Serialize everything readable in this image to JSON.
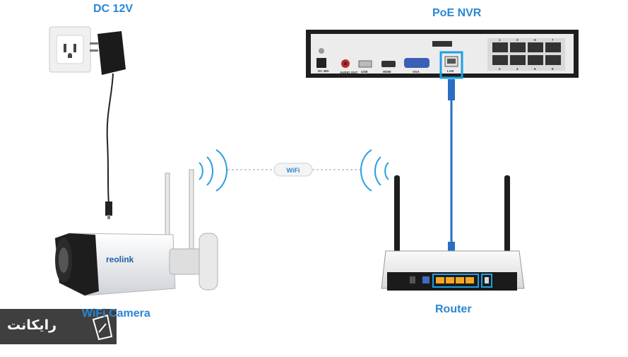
{
  "labels": {
    "dc": "DC 12V",
    "nvr": "PoE NVR",
    "camera": "WiFi Camera",
    "router": "Router",
    "wifi": "WiFi"
  },
  "nvr_ports": {
    "dc": "DC 48V",
    "audio": "AUDIO OUT",
    "usb": "USB",
    "hdmi": "HDMI",
    "vga": "VGA",
    "lan": "LAN",
    "poe_top": [
      "1",
      "3",
      "5",
      "7"
    ],
    "poe_bottom": [
      "2",
      "4",
      "6",
      "8"
    ]
  },
  "camera_brand": "reolink",
  "watermark": "رایکانت",
  "colors": {
    "label_blue": "#2a86d4",
    "highlight": "#1aa0e6",
    "cable": "#2a6ec2",
    "port_yellow": "#f5a623"
  },
  "icons": [
    "power-outlet-icon",
    "power-adapter-icon",
    "wifi-signal-icon",
    "ethernet-cable-icon",
    "lan-port-icon"
  ]
}
